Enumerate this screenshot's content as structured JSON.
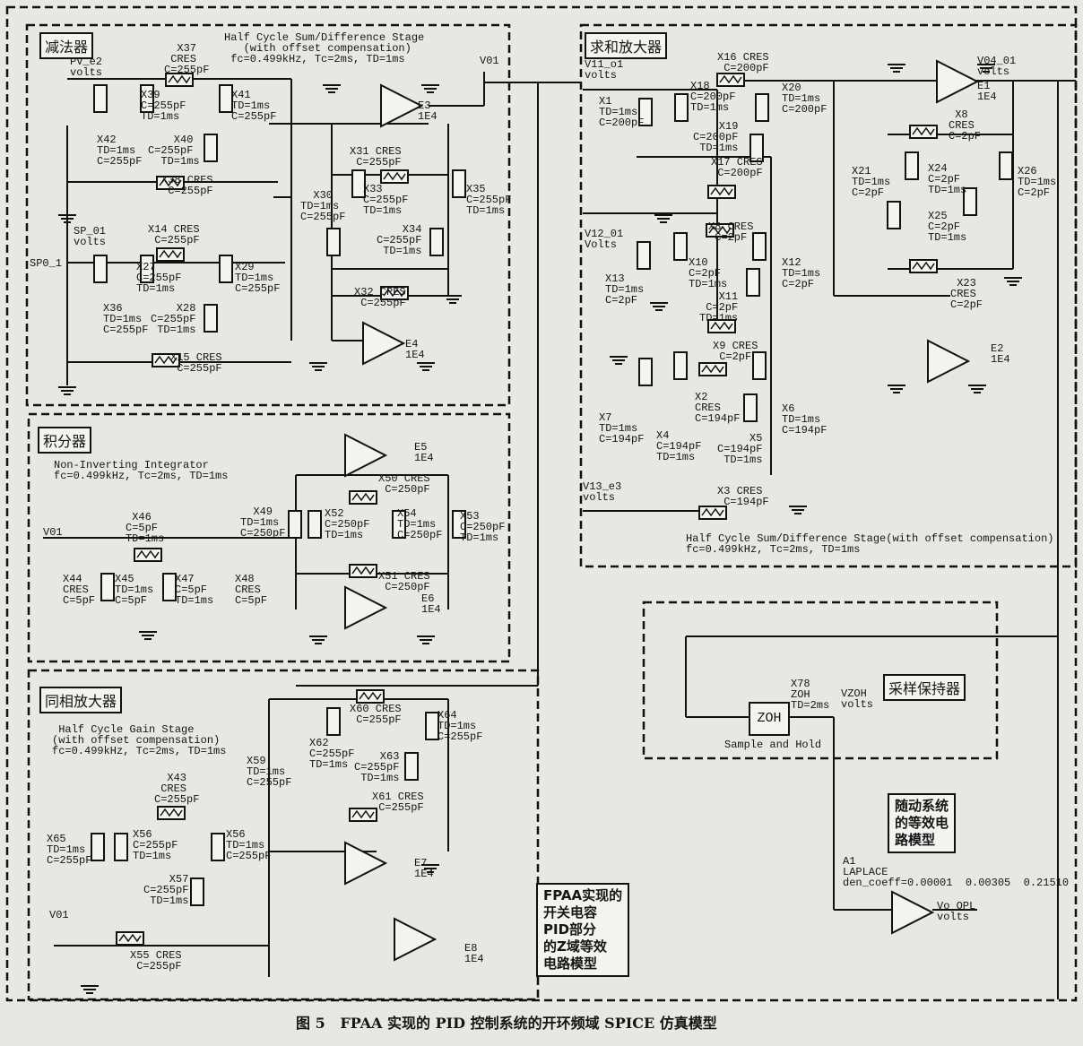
{
  "titles": {
    "subtractor": "减法器",
    "integrator": "积分器",
    "noninv_amp": "同相放大器",
    "summing_amp": "求和放大器",
    "sample_hold": "采样保持器"
  },
  "notes": {
    "fpaa": "FPAA实现的\n开关电容\nPID部分\n的Z域等效\n电路模型",
    "plant": "随动系统\n的等效电\n路模型"
  },
  "zoh_block": "ZOH",
  "caption": "图 5   FPAA 实现的 PID 控制系统的开环频域 SPICE 仿真模型",
  "labels": [
    "Half Cycle Sum/Difference Stage\n   (with offset compensation)\n fc=0.499kHz, Tc=2ms, TD=1ms",
    "PV_e2\nvolts",
    "  X37\n CRES\nC=255pF",
    "X39\nC=255pF\nTD=1ms",
    "X41\nTD=1ms\nC=255pF",
    "X42\nTD=1ms\nC=255pF",
    "    X40\nC=255pF\n  TD=1ms",
    "X38 CRES\n C=255pF",
    "V01",
    "E3\n1E4",
    "X31 CRES\n C=255pF",
    "  X30\nTD=1ms\nC=255pF",
    "X33\nC=255pF\nTD=1ms",
    "X35\nC=255pF\nTD=1ms",
    "    X34\nC=255pF\n TD=1ms",
    "X32 CRES\n C=255pF",
    "E4\n1E4",
    "SP_01\nvolts",
    "SP0_1",
    "X14 CRES\n C=255pF",
    "X27\nC=255pF\nTD=1ms",
    "X29\nTD=1ms\nC=255pF",
    "X36\nTD=1ms\nC=255pF",
    "    X28\nC=255pF\n TD=1ms",
    "X15 CRES\n C=255pF",
    "Non-Inverting Integrator\nfc=0.499kHz, Tc=2ms, TD=1ms",
    "V01",
    " X46\nC=5pF\nTD=1ms",
    "X44\nCRES\nC=5pF",
    "X45\nTD=1ms\nC=5pF",
    "X47\nC=5pF\nTD=1ms",
    "X48\nCRES\nC=5pF",
    "E5\n1E4",
    "X50 CRES\n C=250pF",
    "  X49\nTD=1ms\nC=250pF",
    "X52\nC=250pF\nTD=1ms",
    "X54\nTD=1ms\nC=250pF",
    "X53\nC=250pF\nTD=1ms",
    "X51 CRES\n C=250pF",
    "E6\n1E4",
    " Half Cycle Gain Stage\n(with offset compensation)\nfc=0.499kHz, Tc=2ms, TD=1ms",
    "  X43\n CRES\nC=255pF",
    "X65\nTD=1ms\nC=255pF",
    "X56\nC=255pF\nTD=1ms",
    "X56\nTD=1ms\nC=255pF",
    "    X57\nC=255pF\n TD=1ms",
    "V01",
    "X55 CRES\n C=255pF",
    "X60 CRES\n C=255pF",
    "X64\nTD=1ms\nC=255pF",
    "X62\nC=255pF\nTD=1ms",
    "    X63\nC=255pF\n TD=1ms",
    "X59\nTD=1ms\nC=255pF",
    "X61 CRES\n C=255pF",
    "E7\n1E4",
    "E8\n1E4",
    "V11_o1\nvolts",
    "X16 CRES\n C=200pF",
    "X1\nTD=1ms\nC=200pF",
    "X18\nC=200pF\nTD=1ms",
    "X20\nTD=1ms\nC=200pF",
    "    X19\nC=200pF\n TD=1ms",
    "X17 CRES\n C=200pF",
    "V12_01\nVolts",
    "X8 CRES\n C=2pF",
    "X13\nTD=1ms\nC=2pF",
    "X10\nC=2pF\nTD=1ms",
    "X12\nTD=1ms\nC=2pF",
    "   X11\n C=2pF\nTD=1ms",
    "X9 CRES\n C=2pF",
    "X2\nCRES\nC=194pF",
    "X7\nTD=1ms\nC=194pF",
    "X6\nTD=1ms\nC=194pF",
    "X4\nC=194pF\nTD=1ms",
    "     X5\nC=194pF\n TD=1ms",
    "X3 CRES\n C=194pF",
    "V13_e3\nvolts",
    "Half Cycle Sum/Difference Stage(with offset compensation)\nfc=0.499kHz, Tc=2ms, TD=1ms",
    "E1\n1E4",
    "V04_01\nvolts",
    " X8\nCRES\nC=2pF",
    "X21\nTD=1ms\nC=2pF",
    "X24\nC=2pF\nTD=1ms",
    "X26\nTD=1ms\nC=2pF",
    "X25\nC=2pF\nTD=1ms",
    " X23\nCRES\nC=2pF",
    "E2\n1E4",
    "X78\nZOH\nTD=2ms",
    "VZOH\nvolts",
    "Sample and Hold",
    "A1\nLAPLACE\nden_coeff=0.00001  0.00305  0.21510",
    "Vo_OPL\nvolts"
  ]
}
